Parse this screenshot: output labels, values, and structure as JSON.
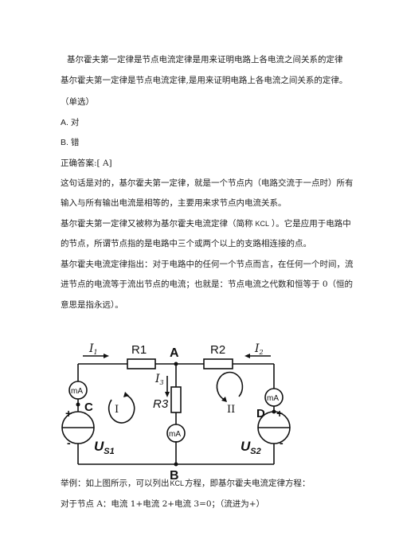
{
  "question": {
    "title": "基尔霍夫第一定律是节点电流定律是用来证明电路上各电流之间关系的定律",
    "stem": "基尔霍夫第一定律是节点电流定律,是用来证明电路上各电流之间关系的定律。",
    "type": "（单选）",
    "options": [
      "A. 对",
      "B. 错"
    ],
    "answer": "正确答案:[ A]"
  },
  "explanation": {
    "p1_l1": "这句话是对的，基尔霍夫第一定律，就是一个节点内（电路交流于一点时）所有",
    "p1_l2": "输入与所有输出电流是相等的，主要用来求节点内电流关系。",
    "p2_l1_a": "基尔霍夫第一定律又被称为基尔霍夫电流定律（简称",
    "p2_l1_b": "KCL",
    "p2_l1_c": "）。它是应用于电路中",
    "p2_l2": "的节点，所谓节点指的是电路中三个或两个以上的支路相连接的点。",
    "p3_l1": "基尔霍夫电流定律指出：对于电路中的任何一个节点而言，在任何一个时间，流",
    "p3_l2": "进节点的电流等于流出节点的电流；也就是：节点电流之代数和恒等于 0（恒的",
    "p3_l3": "意思是指永远）。"
  },
  "circuit": {
    "node_a": "A",
    "node_b": "B",
    "node_c": "C",
    "node_d": "D",
    "r1": "R1",
    "r2": "R2",
    "r3": "R3",
    "i1": "I",
    "i1_sub": "1",
    "i2": "I",
    "i2_sub": "2",
    "i3": "I",
    "i3_sub": "3",
    "meter": "mA",
    "loop1": "I",
    "loop2": "II",
    "us1": "U",
    "us1_sub": "S1",
    "us2": "U",
    "us2_sub": "S2",
    "plus": "+",
    "minus": "-"
  },
  "example": {
    "l1_a": "举例：如上图所示，可以列出",
    "l1_b": "KCL",
    "l1_c": "方程，即基尔霍夫电流定律方程：",
    "l2": "对于节点 A：电流 1+电流 2+电流 3=0；（流进为+）"
  }
}
